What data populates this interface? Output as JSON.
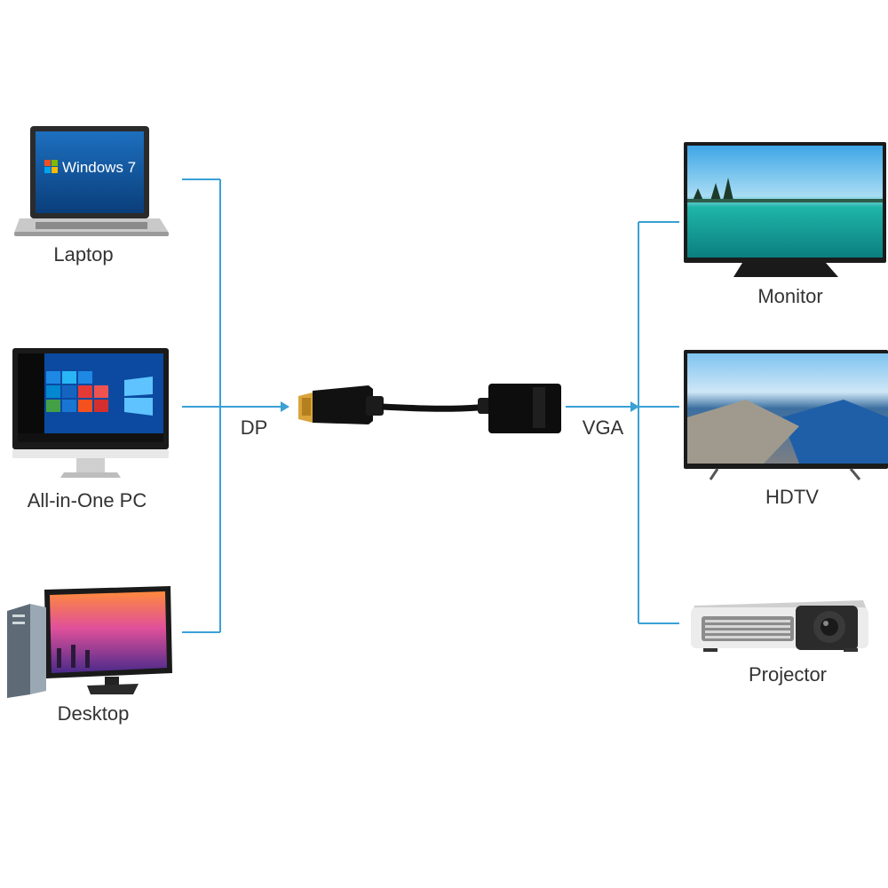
{
  "sources": [
    {
      "id": "laptop",
      "label": "Laptop",
      "screen_text": "Windows 7"
    },
    {
      "id": "aio",
      "label": "All-in-One PC"
    },
    {
      "id": "desktop",
      "label": "Desktop"
    }
  ],
  "destinations": [
    {
      "id": "monitor",
      "label": "Monitor"
    },
    {
      "id": "hdtv",
      "label": "HDTV"
    },
    {
      "id": "projector",
      "label": "Projector"
    }
  ],
  "adapter": {
    "input_label": "DP",
    "output_label": "VGA"
  },
  "colors": {
    "connector_line": "#3aa0d6",
    "label_text": "#333333",
    "adapter_body": "#111111"
  },
  "icons": {
    "laptop": "laptop-icon",
    "aio": "all-in-one-pc-icon",
    "desktop": "desktop-computer-icon",
    "monitor": "monitor-icon",
    "hdtv": "tv-icon",
    "projector": "projector-icon",
    "adapter": "dp-to-vga-adapter-icon"
  }
}
